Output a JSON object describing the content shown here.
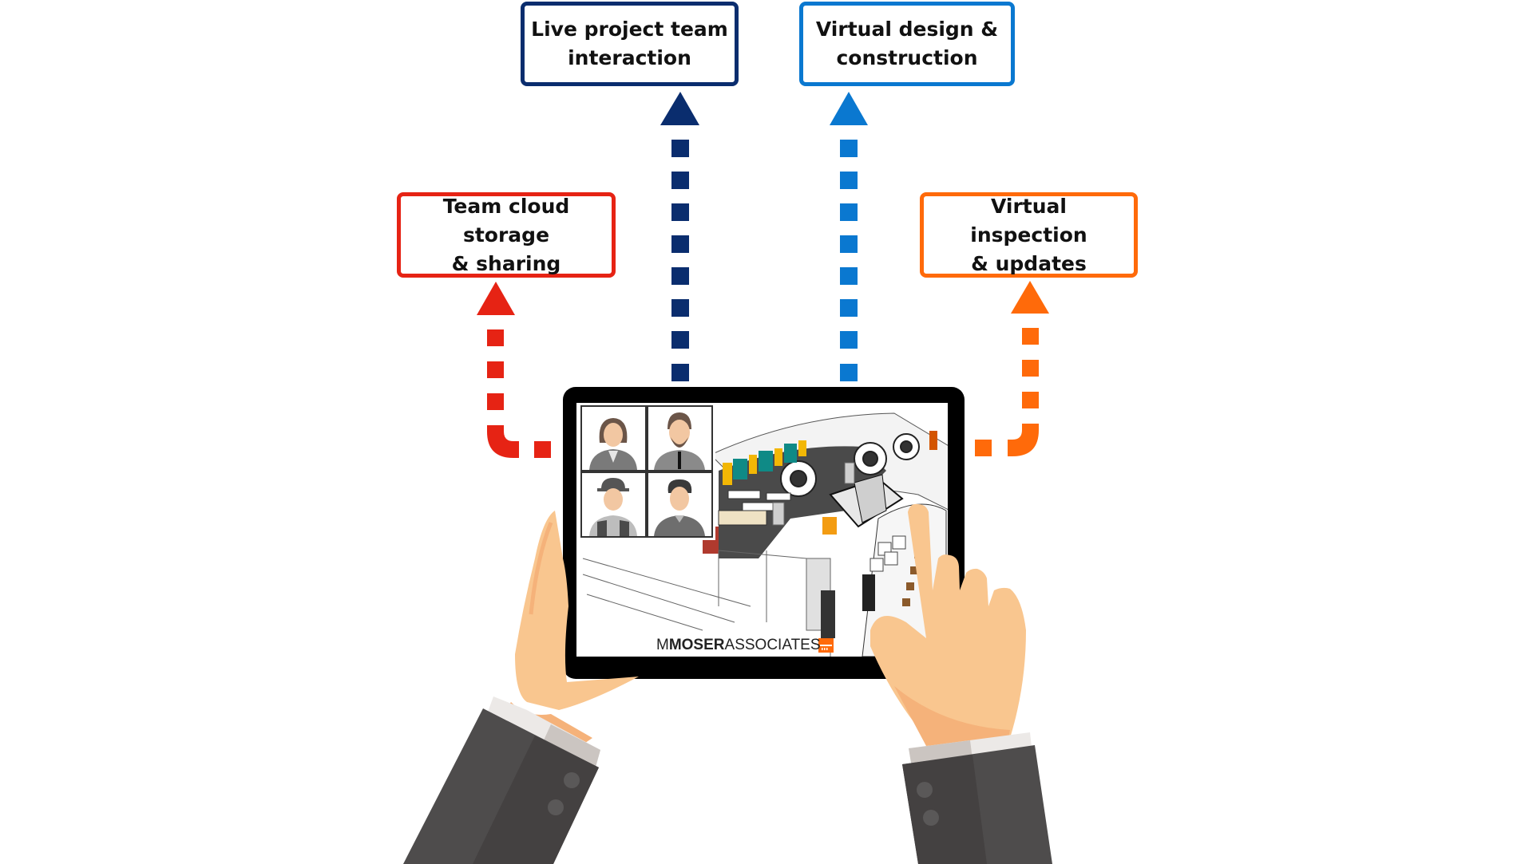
{
  "diagram": {
    "boxes": [
      {
        "id": "live",
        "line1": "Live project team",
        "line2": "interaction",
        "color": "#0a2d6e"
      },
      {
        "id": "vdc",
        "line1": "Virtual design &",
        "line2": "construction",
        "color": "#0a78d0"
      },
      {
        "id": "cloud",
        "line1": "Team cloud storage",
        "line2": "& sharing",
        "color": "#e62314"
      },
      {
        "id": "insp",
        "line1": "Virtual inspection",
        "line2": "& updates",
        "color": "#ff6a0a"
      }
    ],
    "logo": {
      "prefix": "M",
      "bold": "MOSER",
      "suffix": "ASSOCIATES",
      "accent": "#ff6a0a"
    },
    "video_call": {
      "participants": [
        "woman-avatar",
        "bearded-man-avatar",
        "construction-worker-avatar",
        "young-man-avatar"
      ]
    },
    "colors": {
      "skin": "#f9c68f",
      "skin_shadow": "#f5b27a",
      "sleeve": "#4e4c4c",
      "sleeve_dark": "#444141",
      "cuff": "#ece9e7",
      "cuff_shadow": "#cbc5c1",
      "tablet": "#000000"
    }
  }
}
